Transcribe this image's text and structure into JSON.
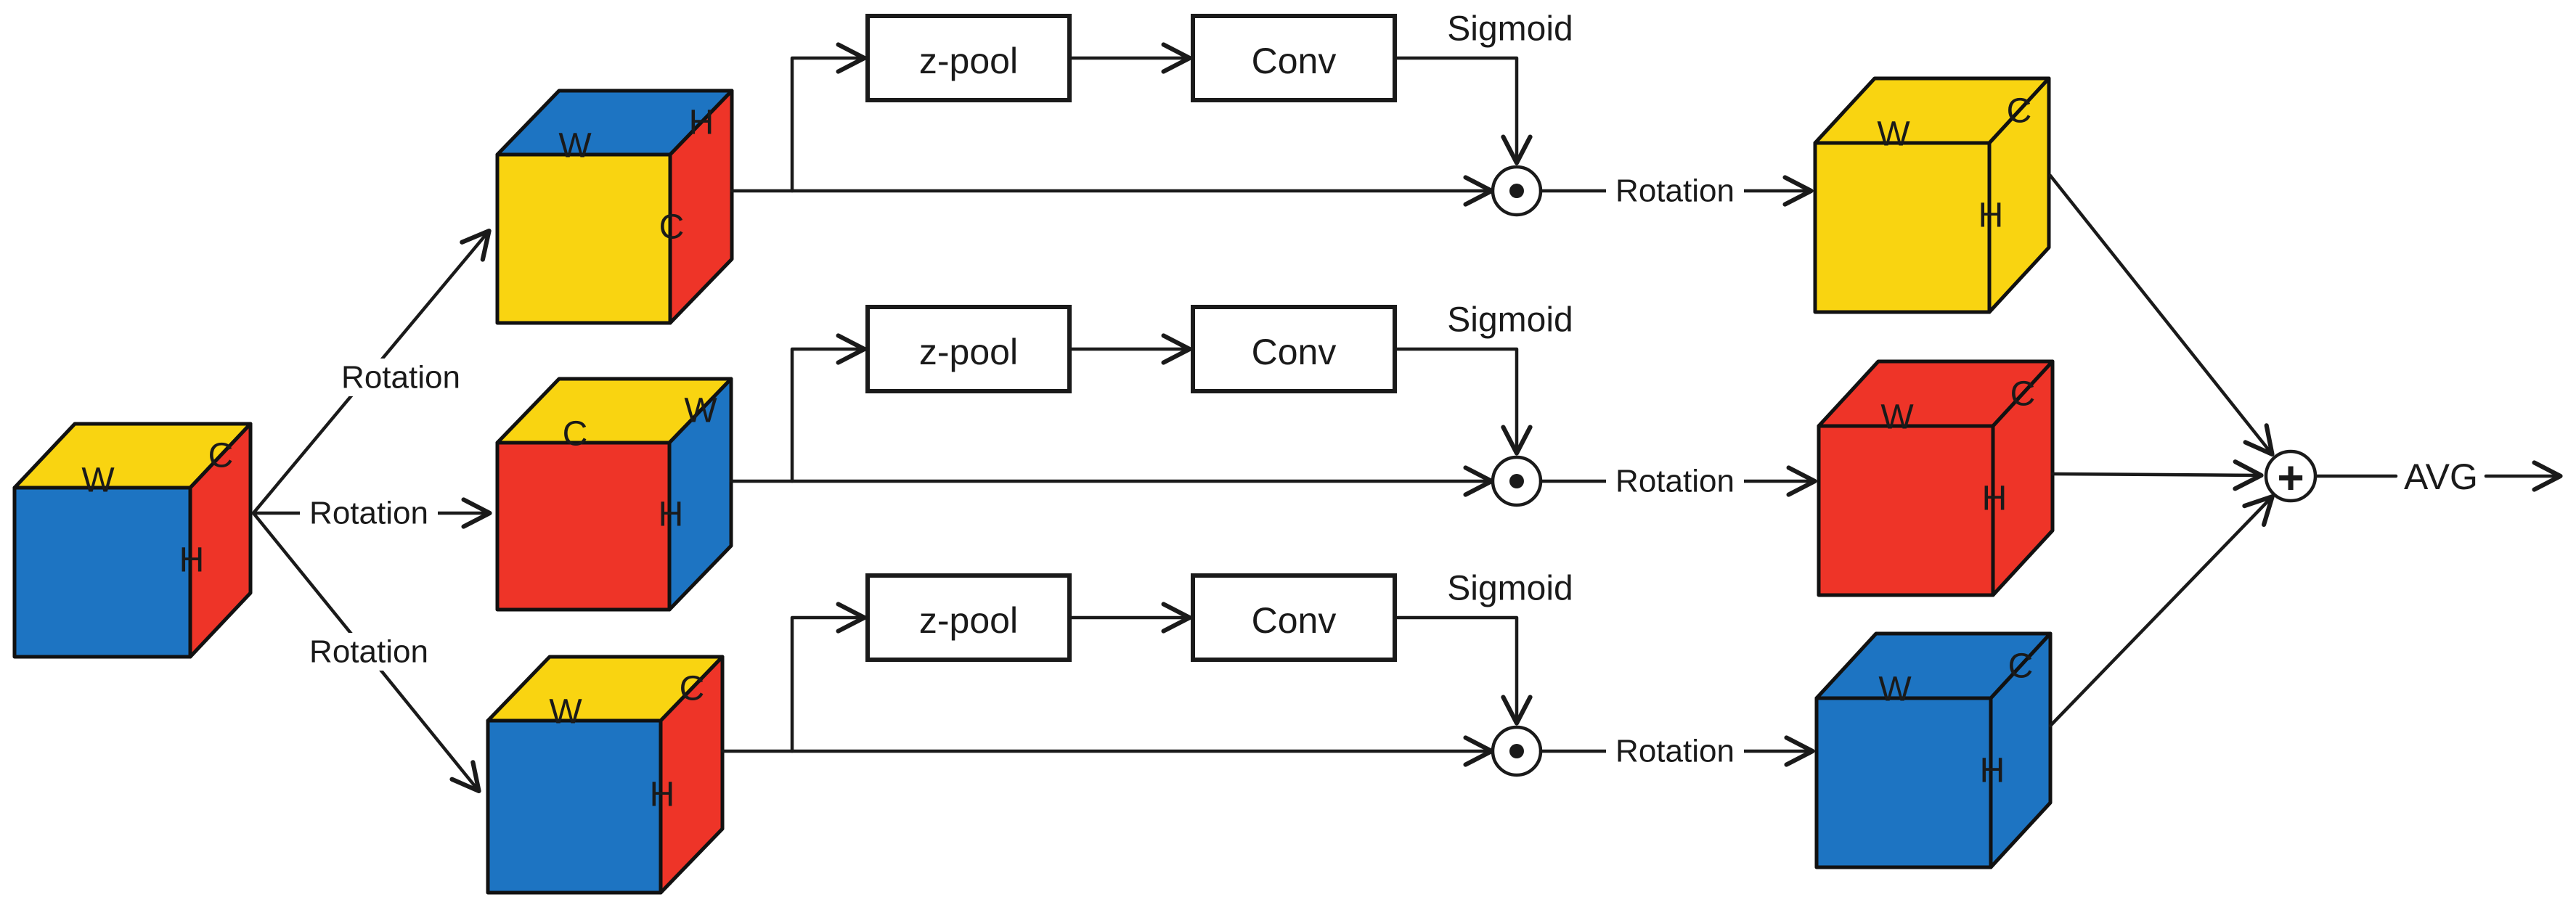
{
  "colors": {
    "yellow": "#F9D411",
    "blue": "#1D74C2",
    "red": "#EE3428",
    "ink": "#1A1A1A",
    "background": "#FFFFFF"
  },
  "input_cube": {
    "top": "W",
    "corner": "C",
    "side": "H",
    "face_top": "#F9D411",
    "face_front": "#1D74C2",
    "face_side": "#EE3428"
  },
  "branches": [
    {
      "rotation_in": "Rotation",
      "zpool": "z-pool",
      "conv": "Conv",
      "sigmoid": "Sigmoid",
      "rotation_out": "Rotation",
      "cube_mid": {
        "top": "W",
        "corner": "H",
        "side": "C",
        "face_top": "#1D74C2",
        "face_front": "#F9D411",
        "face_side": "#EE3428"
      },
      "cube_out": {
        "top": "W",
        "corner": "C",
        "side": "H",
        "face_top": "#F9D411",
        "face_front": "#F9D411",
        "face_side": "#F9D411"
      }
    },
    {
      "rotation_in": "Rotation",
      "zpool": "z-pool",
      "conv": "Conv",
      "sigmoid": "Sigmoid",
      "rotation_out": "Rotation",
      "cube_mid": {
        "top": "C",
        "corner": "W",
        "side": "H",
        "face_top": "#F9D411",
        "face_front": "#EE3428",
        "face_side": "#1D74C2"
      },
      "cube_out": {
        "top": "W",
        "corner": "C",
        "side": "H",
        "face_top": "#EE3428",
        "face_front": "#EE3428",
        "face_side": "#EE3428"
      }
    },
    {
      "rotation_in": "Rotation",
      "zpool": "z-pool",
      "conv": "Conv",
      "sigmoid": "Sigmoid",
      "rotation_out": "Rotation",
      "cube_mid": {
        "top": "W",
        "corner": "C",
        "side": "H",
        "face_top": "#F9D411",
        "face_front": "#1D74C2",
        "face_side": "#EE3428"
      },
      "cube_out": {
        "top": "W",
        "corner": "C",
        "side": "H",
        "face_top": "#1D74C2",
        "face_front": "#1D74C2",
        "face_side": "#1D74C2"
      }
    }
  ],
  "merge": {
    "plus": "+",
    "avg": "AVG"
  }
}
